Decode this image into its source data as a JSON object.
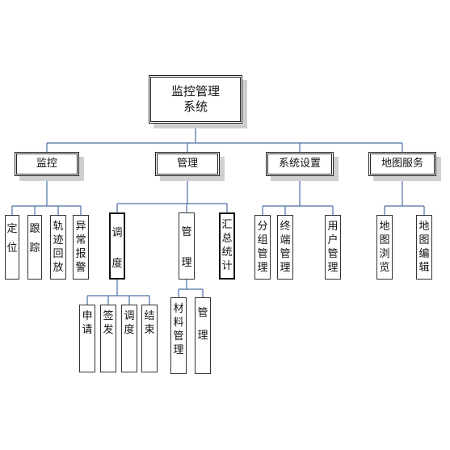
{
  "colors": {
    "connector": "#4a6fa5",
    "border": "#333333",
    "shadow": "#cfcfcf"
  },
  "root": {
    "line1": "监控管理",
    "line2": "系统"
  },
  "categories": [
    {
      "label": "监控"
    },
    {
      "label": "管理"
    },
    {
      "label": "系统设置"
    },
    {
      "label": "地图服务"
    }
  ],
  "monitor_items": [
    {
      "label": "定位"
    },
    {
      "label": "跟踪"
    },
    {
      "label": "轨迹回放"
    },
    {
      "label": "异常报警"
    }
  ],
  "manage_items": [
    {
      "label": "调度"
    },
    {
      "label": "管理"
    },
    {
      "label": "汇总统计"
    }
  ],
  "settings_items": [
    {
      "label": "分组管理"
    },
    {
      "label": "终端管理"
    },
    {
      "label": "用户管理"
    }
  ],
  "map_items": [
    {
      "label": "地图浏览"
    },
    {
      "label": "地图编辑"
    }
  ],
  "dispatch_items": [
    {
      "label": "申请"
    },
    {
      "label": "签发"
    },
    {
      "label": "调度"
    },
    {
      "label": "结束"
    }
  ],
  "admin_items": [
    {
      "label": "材料管理"
    },
    {
      "label": "管理"
    }
  ]
}
